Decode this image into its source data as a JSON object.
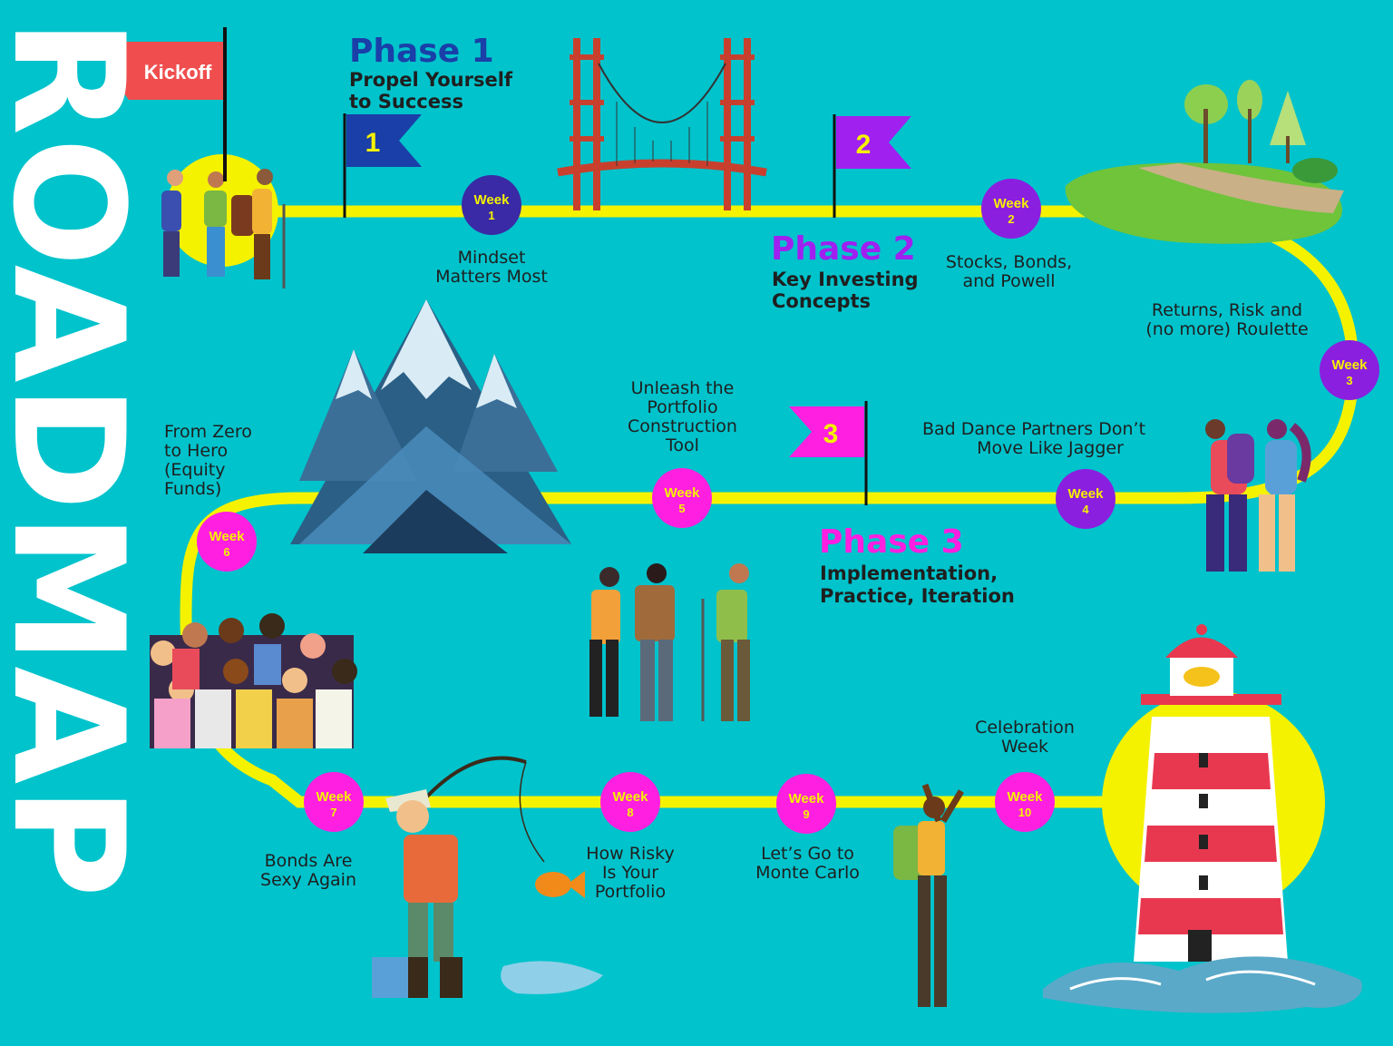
{
  "title": "ROADMAP",
  "kickoff": "Kickoff",
  "colors": {
    "background": "#00c3cc",
    "path": "#f5f200",
    "phase1": "#1a3fa8",
    "phase2": "#a020f0",
    "phase3": "#ff1fe0",
    "week_dark": "#3a2aa6",
    "week_purple": "#8b1fe0",
    "week_magenta": "#ff1fe0",
    "week_text": "#f5f200"
  },
  "phases": [
    {
      "number": "1",
      "title": "Phase 1",
      "line1": "Propel Yourself",
      "line2": "to Success"
    },
    {
      "number": "2",
      "title": "Phase 2",
      "line1": "Key Investing",
      "line2": "Concepts"
    },
    {
      "number": "3",
      "title": "Phase 3",
      "line1": "Implementation,",
      "line2": "Practice, Iteration"
    }
  ],
  "weeks": [
    {
      "label": "Week",
      "num": "1",
      "lines": [
        "Mindset",
        "Matters Most"
      ]
    },
    {
      "label": "Week",
      "num": "2",
      "lines": [
        "Stocks, Bonds,",
        "and Powell"
      ]
    },
    {
      "label": "Week",
      "num": "3",
      "lines": [
        "Returns, Risk and",
        "(no more) Roulette"
      ]
    },
    {
      "label": "Week",
      "num": "4",
      "lines": [
        "Bad Dance Partners Don’t",
        "Move Like Jagger"
      ]
    },
    {
      "label": "Week",
      "num": "5",
      "lines": [
        "Unleash the",
        "Portfolio",
        "Construction",
        "Tool"
      ]
    },
    {
      "label": "Week",
      "num": "6",
      "lines": [
        "From Zero",
        "to Hero",
        "(Equity",
        "Funds)"
      ]
    },
    {
      "label": "Week",
      "num": "7",
      "lines": [
        "Bonds Are",
        "Sexy Again"
      ]
    },
    {
      "label": "Week",
      "num": "8",
      "lines": [
        "How Risky",
        "Is Your",
        "Portfolio"
      ]
    },
    {
      "label": "Week",
      "num": "9",
      "lines": [
        "Let’s Go to",
        "Monte Carlo"
      ]
    },
    {
      "label": "Week",
      "num": "10",
      "lines": [
        "Celebration",
        "Week"
      ]
    }
  ],
  "illustrations": [
    "hikers-icon",
    "bridge-icon",
    "park-icon",
    "mountain-icon",
    "binocular-hikers-icon",
    "backpackers-icon",
    "crowd-icon",
    "fisherman-icon",
    "climber-icon",
    "lighthouse-icon"
  ]
}
